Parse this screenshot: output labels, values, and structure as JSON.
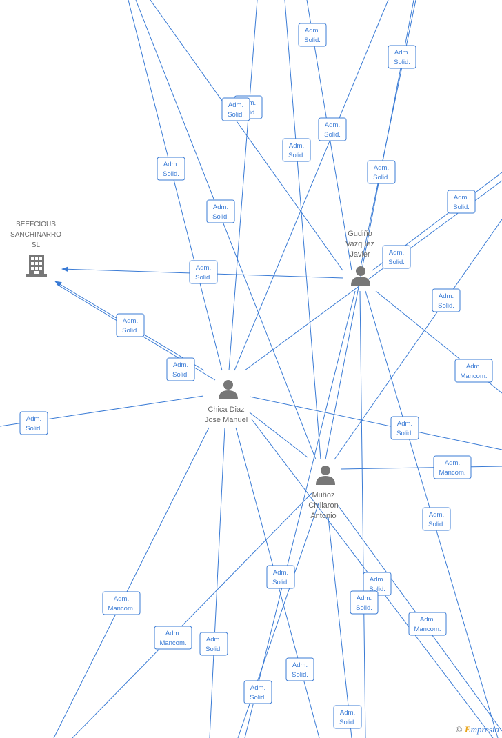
{
  "company": {
    "label_lines": [
      "BEEFCIOUS",
      "SANCHINARRO",
      "SL"
    ],
    "icon": "building-icon"
  },
  "persons": [
    {
      "id": "gudino",
      "label_lines": [
        "Gudiño",
        "Vazquez",
        "Javier"
      ],
      "icon": "person-icon"
    },
    {
      "id": "chica",
      "label_lines": [
        "Chica Diaz",
        "Jose Manuel"
      ],
      "icon": "person-icon"
    },
    {
      "id": "munoz",
      "label_lines": [
        "Muñoz",
        "Chillaron",
        "Antonio"
      ],
      "icon": "person-icon"
    }
  ],
  "edge_labels": [
    [
      "Adm.",
      "Solid."
    ],
    [
      "Adm.",
      "Solid."
    ],
    [
      "Adm.",
      "Solid."
    ],
    [
      "Adm.",
      "Solid."
    ],
    [
      "Adm.",
      "Solid."
    ],
    [
      "Adm.",
      "Solid."
    ],
    [
      "Adm.",
      "Solid."
    ],
    [
      "Adm.",
      "Solid."
    ],
    [
      "Adm.",
      "Solid."
    ],
    [
      "Adm.",
      "Solid."
    ],
    [
      "Adm.",
      "Solid."
    ],
    [
      "Adm.",
      "Solid."
    ],
    [
      "Adm.",
      "Solid."
    ],
    [
      "Adm.",
      "Solid."
    ],
    [
      "Adm.",
      "Solid."
    ],
    [
      "Adm.",
      "Solid."
    ],
    [
      "Adm.",
      "Mancom."
    ],
    [
      "Adm.",
      "Solid."
    ],
    [
      "Adm.",
      "Mancom."
    ],
    [
      "Adm.",
      "Mancom."
    ],
    [
      "Adm.",
      "Solid."
    ],
    [
      "Adm.",
      "Solid."
    ],
    [
      "Adm.",
      "Solid."
    ],
    [
      "Adm.",
      "Solid."
    ],
    [
      "Adm.",
      "Mancom."
    ],
    [
      "Adm.",
      "Mancom."
    ],
    [
      "Adm.",
      "Solid."
    ],
    [
      "Adm.",
      "Solid."
    ],
    [
      "Adm.",
      "Solid."
    ],
    [
      "Adm.",
      "Solid."
    ],
    [
      "Adm.",
      "Solid."
    ]
  ],
  "watermark": {
    "symbol": "©",
    "brand_first": "E",
    "brand_rest": "mpresia"
  },
  "colors": {
    "edge": "#3a7bd5",
    "node": "#777777",
    "text": "#666666"
  }
}
